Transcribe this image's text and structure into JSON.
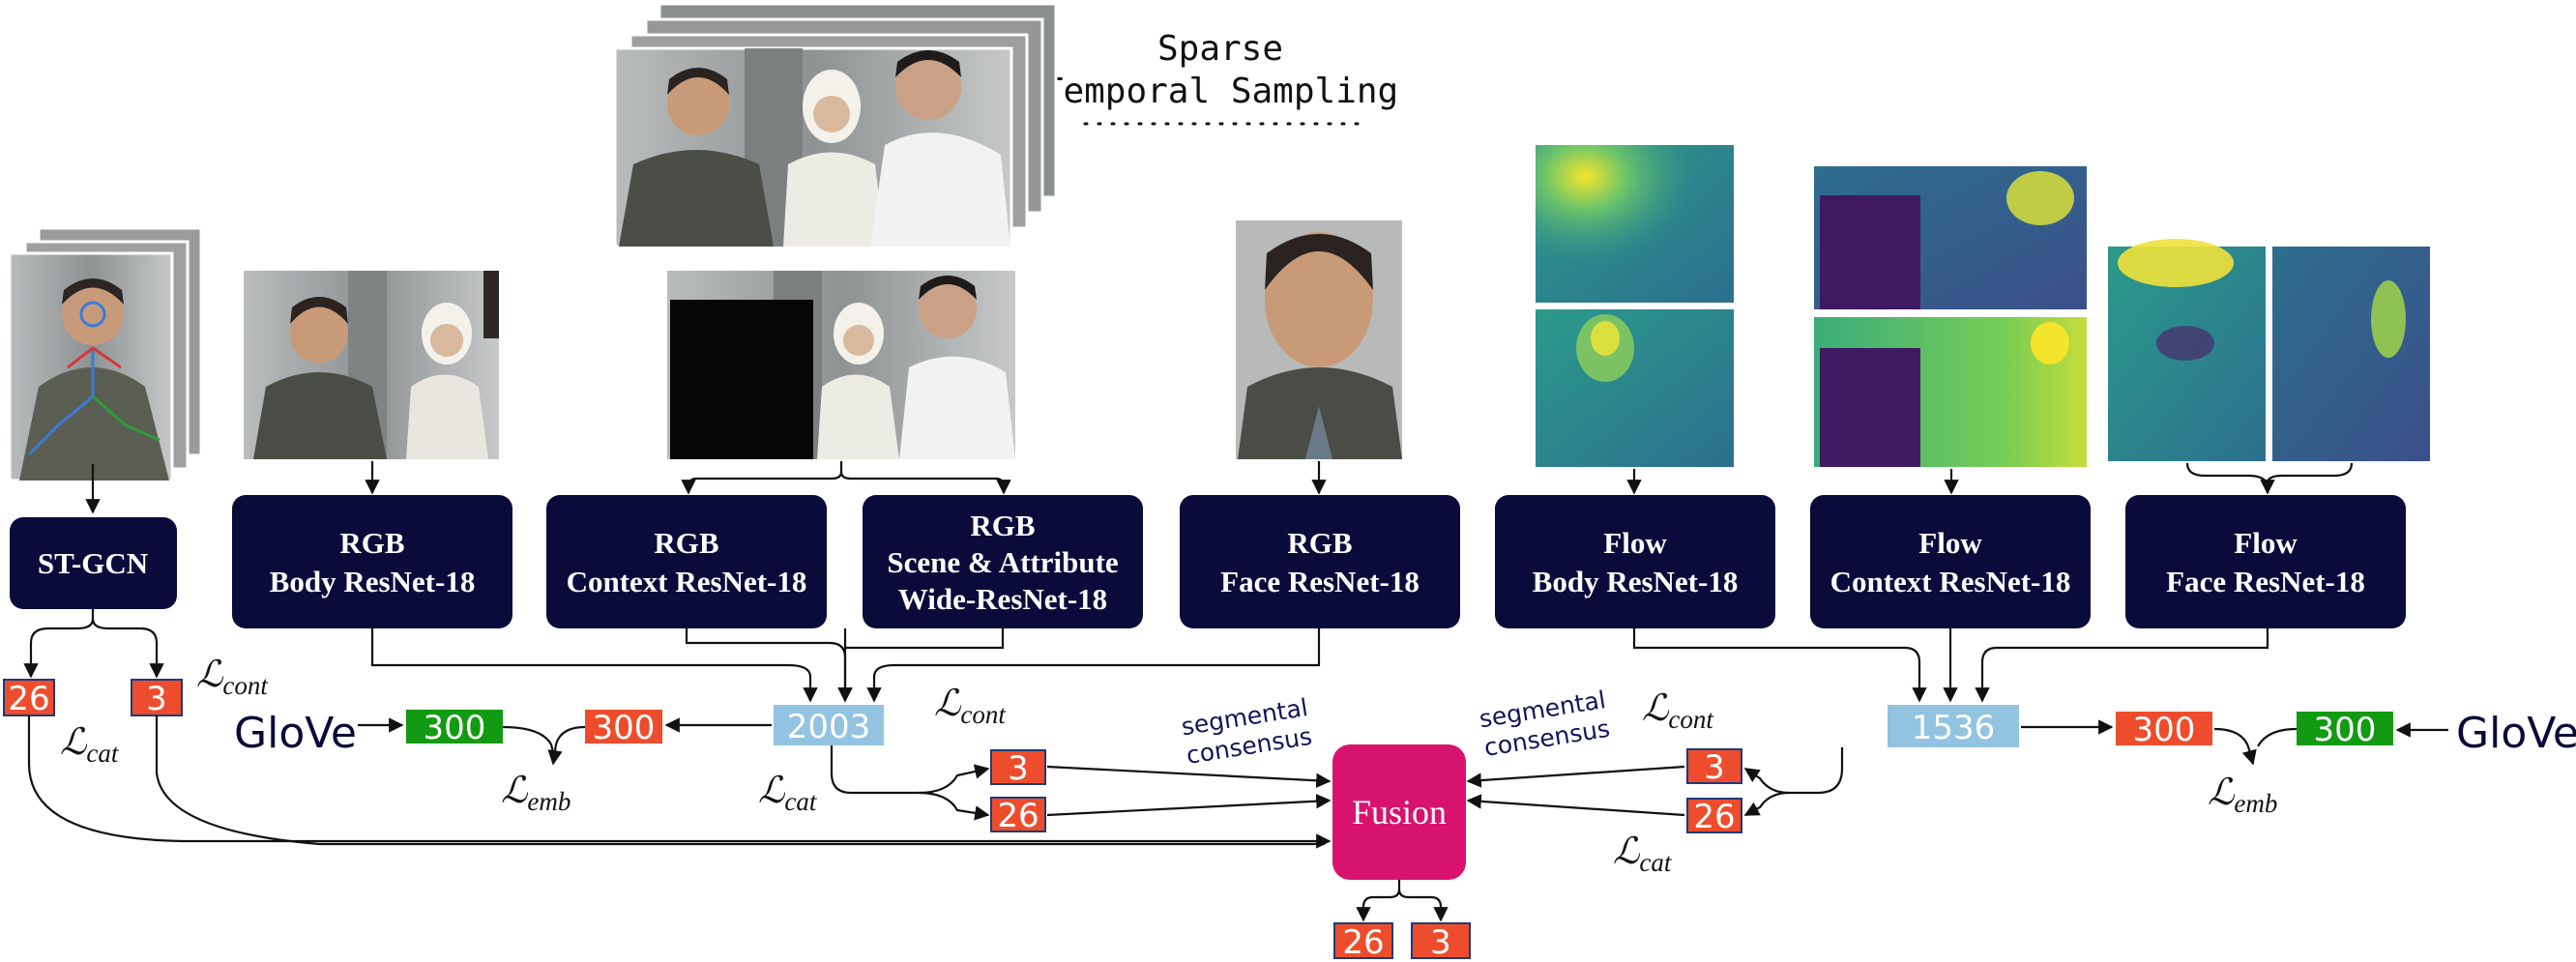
{
  "title": {
    "line1": "Sparse",
    "line2": "Temporal Sampling"
  },
  "networks": {
    "stgcn": "ST-GCN",
    "rgb_body": [
      "RGB",
      "Body ResNet-18"
    ],
    "rgb_context": [
      "RGB",
      "Context ResNet-18"
    ],
    "rgb_scene": [
      "RGB",
      "Scene & Attribute",
      "Wide-ResNet-18"
    ],
    "rgb_face": [
      "RGB",
      "Face ResNet-18"
    ],
    "flow_body": [
      "Flow",
      "Body ResNet-18"
    ],
    "flow_context": [
      "Flow",
      "Context ResNet-18"
    ],
    "flow_face": [
      "Flow",
      "Face ResNet-18"
    ]
  },
  "vectors": {
    "stgcn_cat": "26",
    "stgcn_cont": "3",
    "rgb_feat": "2003",
    "flow_feat": "1536",
    "rgb_emb": "300",
    "rgb_glove": "300",
    "flow_emb": "300",
    "flow_glove": "300",
    "rgb_cont": "3",
    "rgb_cat": "26",
    "flow_cont": "3",
    "flow_cat": "26",
    "out_cat": "26",
    "out_cont": "3"
  },
  "labels": {
    "glove": "GloVe",
    "segmental": "segmental",
    "consensus": "consensus",
    "fusion": "Fusion",
    "loss_symbol": "ℒ",
    "cont": "cont",
    "cat": "cat",
    "emb": "emb"
  },
  "colors": {
    "network": "#0b0b3b",
    "category_box": "#ee4d2d",
    "feature_box": "#92c3e0",
    "glove_box": "#129b12",
    "fusion": "#d8136e",
    "flow_high": "#f3e52b",
    "flow_mid": "#2a9a8a",
    "flow_low": "#3d1f6a"
  },
  "icons": [
    "skeleton-pose-frames",
    "rgb-body-frame",
    "rgb-context-masked-frame",
    "rgb-scene-frames",
    "rgb-face-frame",
    "optical-flow-body",
    "optical-flow-context",
    "optical-flow-face"
  ]
}
